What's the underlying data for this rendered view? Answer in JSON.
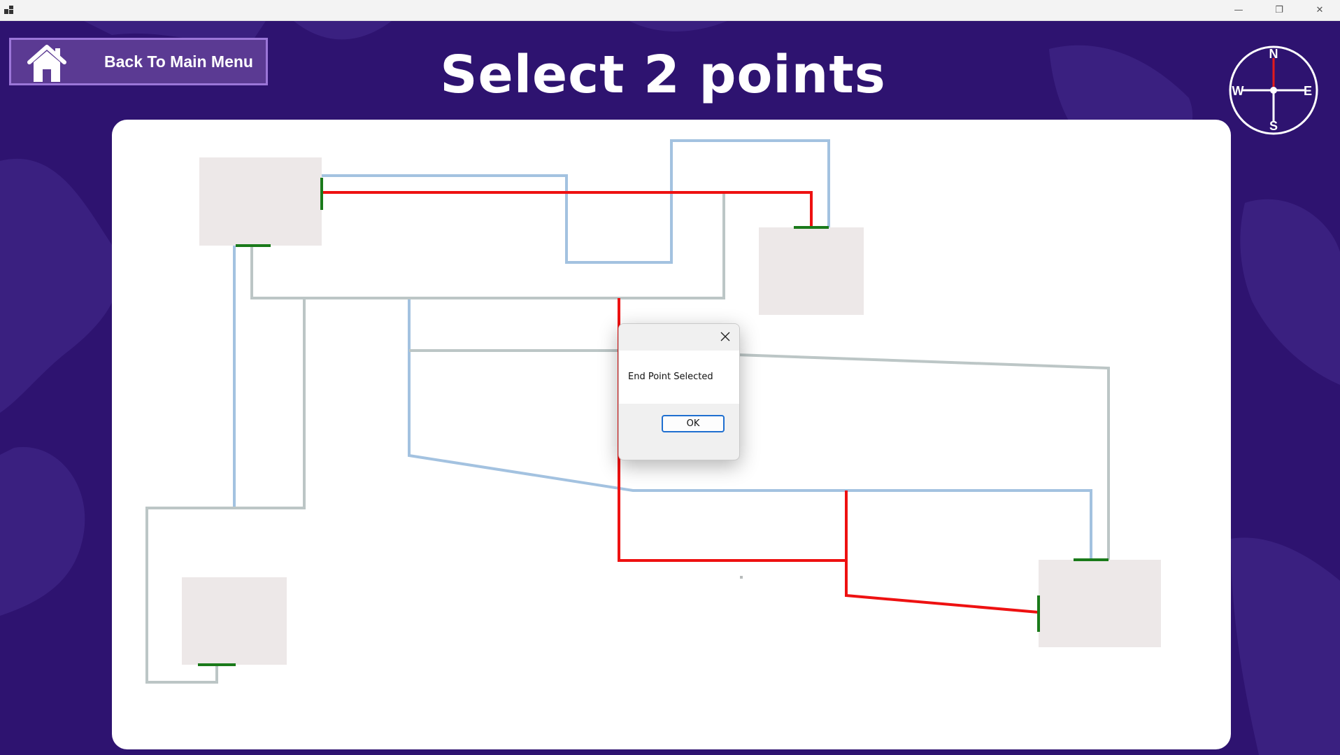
{
  "window": {
    "minimize_glyph": "—",
    "restore_glyph": "❐",
    "close_glyph": "✕"
  },
  "header": {
    "back_label": "Back To Main Menu",
    "title": "Select 2 points",
    "back_icon": "home-icon"
  },
  "compass": {
    "north": "N",
    "south": "S",
    "east": "E",
    "west": "W",
    "icon": "compass-icon"
  },
  "dialog": {
    "message": "End Point Selected",
    "ok_label": "OK",
    "close_icon": "close-icon"
  },
  "colors": {
    "background": "#2e1370",
    "board": "#ffffff",
    "room": "#ede8e8",
    "path_selected": "#ee1111",
    "path_blue": "#a3c2e0",
    "path_gray": "#bcc6c6",
    "door": "#1a7a1a"
  }
}
